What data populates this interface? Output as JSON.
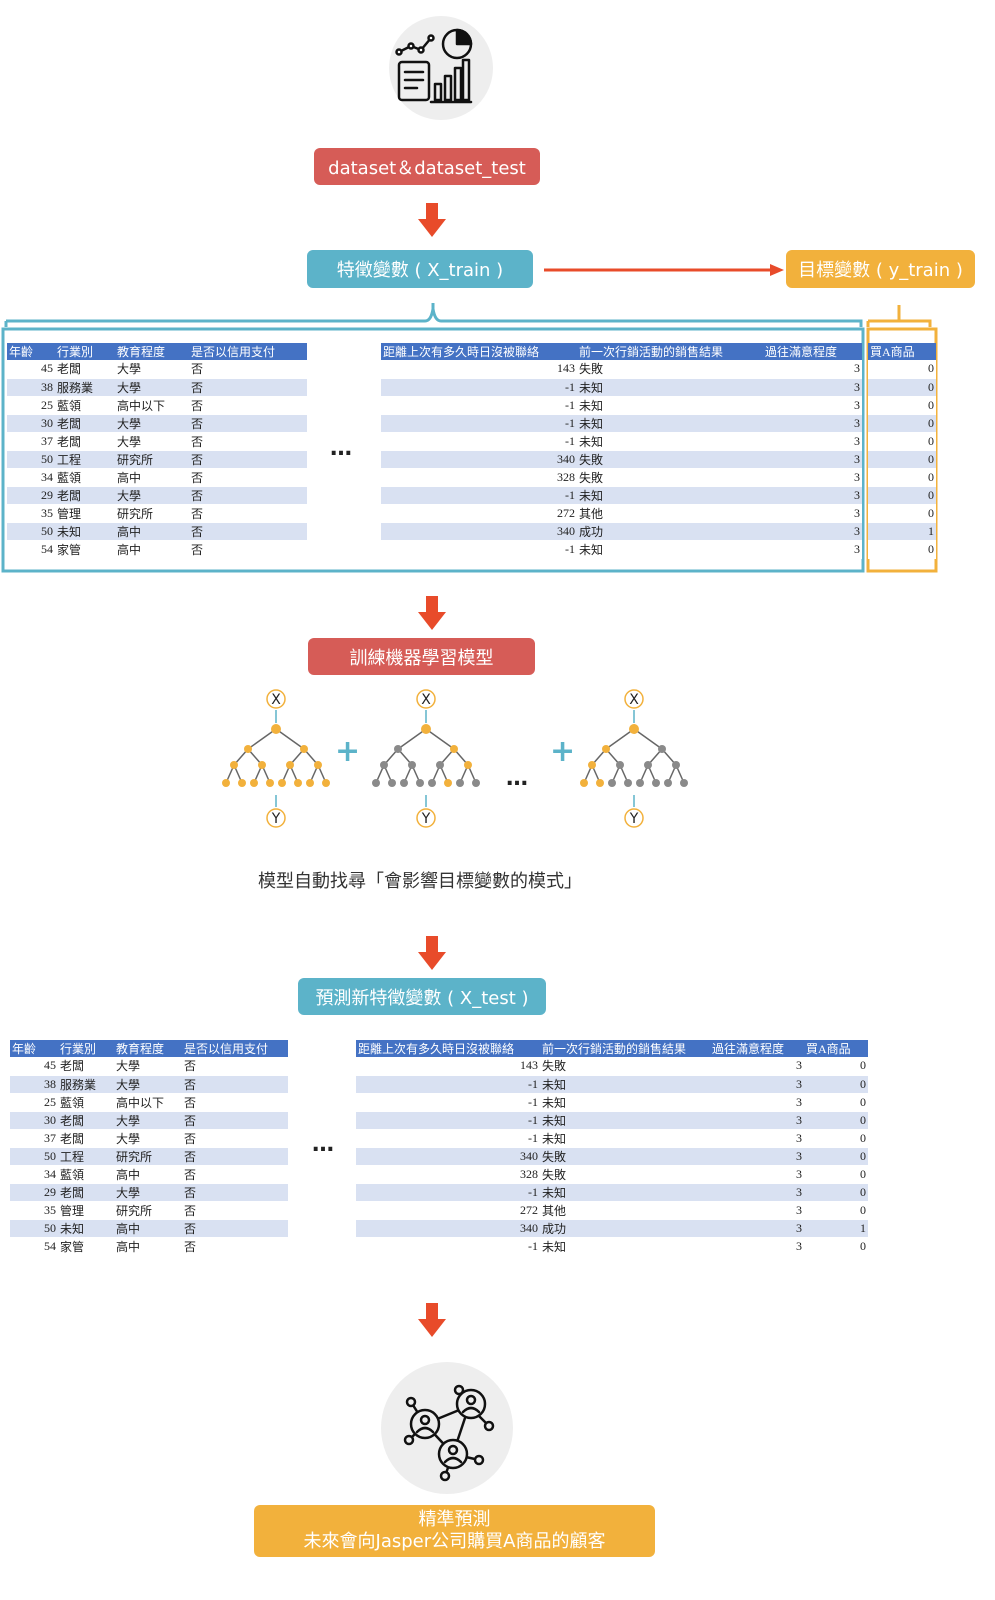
{
  "colors": {
    "red_box": "#d65c57",
    "teal_box": "#5cb3c9",
    "gold_box": "#f2b13c",
    "arrow_red": "#e84b2a",
    "header_blue": "#4472c4",
    "row_stripe": "#d9e1f2"
  },
  "icons": {
    "top": "analytics-dashboard-icon",
    "bottom": "network-people-icon"
  },
  "boxes": {
    "dataset": "dataset＆dataset_test",
    "features_train": "特徵變數 ( X_train )",
    "target_train": "目標變數 ( y_train )",
    "train_model": "訓練機器學習模型",
    "predict": "預測新特徵變數 ( X_test )",
    "result_line1": "精準預測",
    "result_line2": "未來會向Jasper公司購買A商品的顧客"
  },
  "caption": "模型自動找尋「會影響目標變數的模式」",
  "ellipsis": "…",
  "tree": {
    "input": "X",
    "output": "Y",
    "plus": "+"
  },
  "table_left": {
    "headers": [
      "年齡",
      "行業別",
      "教育程度",
      "是否以信用支付"
    ],
    "rows": [
      [
        "45",
        "老闆",
        "大學",
        "否"
      ],
      [
        "38",
        "服務業",
        "大學",
        "否"
      ],
      [
        "25",
        "藍領",
        "高中以下",
        "否"
      ],
      [
        "30",
        "老闆",
        "大學",
        "否"
      ],
      [
        "37",
        "老闆",
        "大學",
        "否"
      ],
      [
        "50",
        "工程",
        "研究所",
        "否"
      ],
      [
        "34",
        "藍領",
        "高中",
        "否"
      ],
      [
        "29",
        "老闆",
        "大學",
        "否"
      ],
      [
        "35",
        "管理",
        "研究所",
        "否"
      ],
      [
        "50",
        "未知",
        "高中",
        "否"
      ],
      [
        "54",
        "家管",
        "高中",
        "否"
      ]
    ]
  },
  "table_right": {
    "headers": [
      "距離上次有多久時日沒被聯絡",
      "前一次行銷活動的銷售結果",
      "過往滿意程度",
      "買A商品"
    ],
    "rows": [
      [
        "143",
        "失敗",
        "3",
        "0"
      ],
      [
        "-1",
        "未知",
        "3",
        "0"
      ],
      [
        "-1",
        "未知",
        "3",
        "0"
      ],
      [
        "-1",
        "未知",
        "3",
        "0"
      ],
      [
        "-1",
        "未知",
        "3",
        "0"
      ],
      [
        "340",
        "失敗",
        "3",
        "0"
      ],
      [
        "328",
        "失敗",
        "3",
        "0"
      ],
      [
        "-1",
        "未知",
        "3",
        "0"
      ],
      [
        "272",
        "其他",
        "3",
        "0"
      ],
      [
        "340",
        "成功",
        "3",
        "1"
      ],
      [
        "-1",
        "未知",
        "3",
        "0"
      ]
    ]
  }
}
